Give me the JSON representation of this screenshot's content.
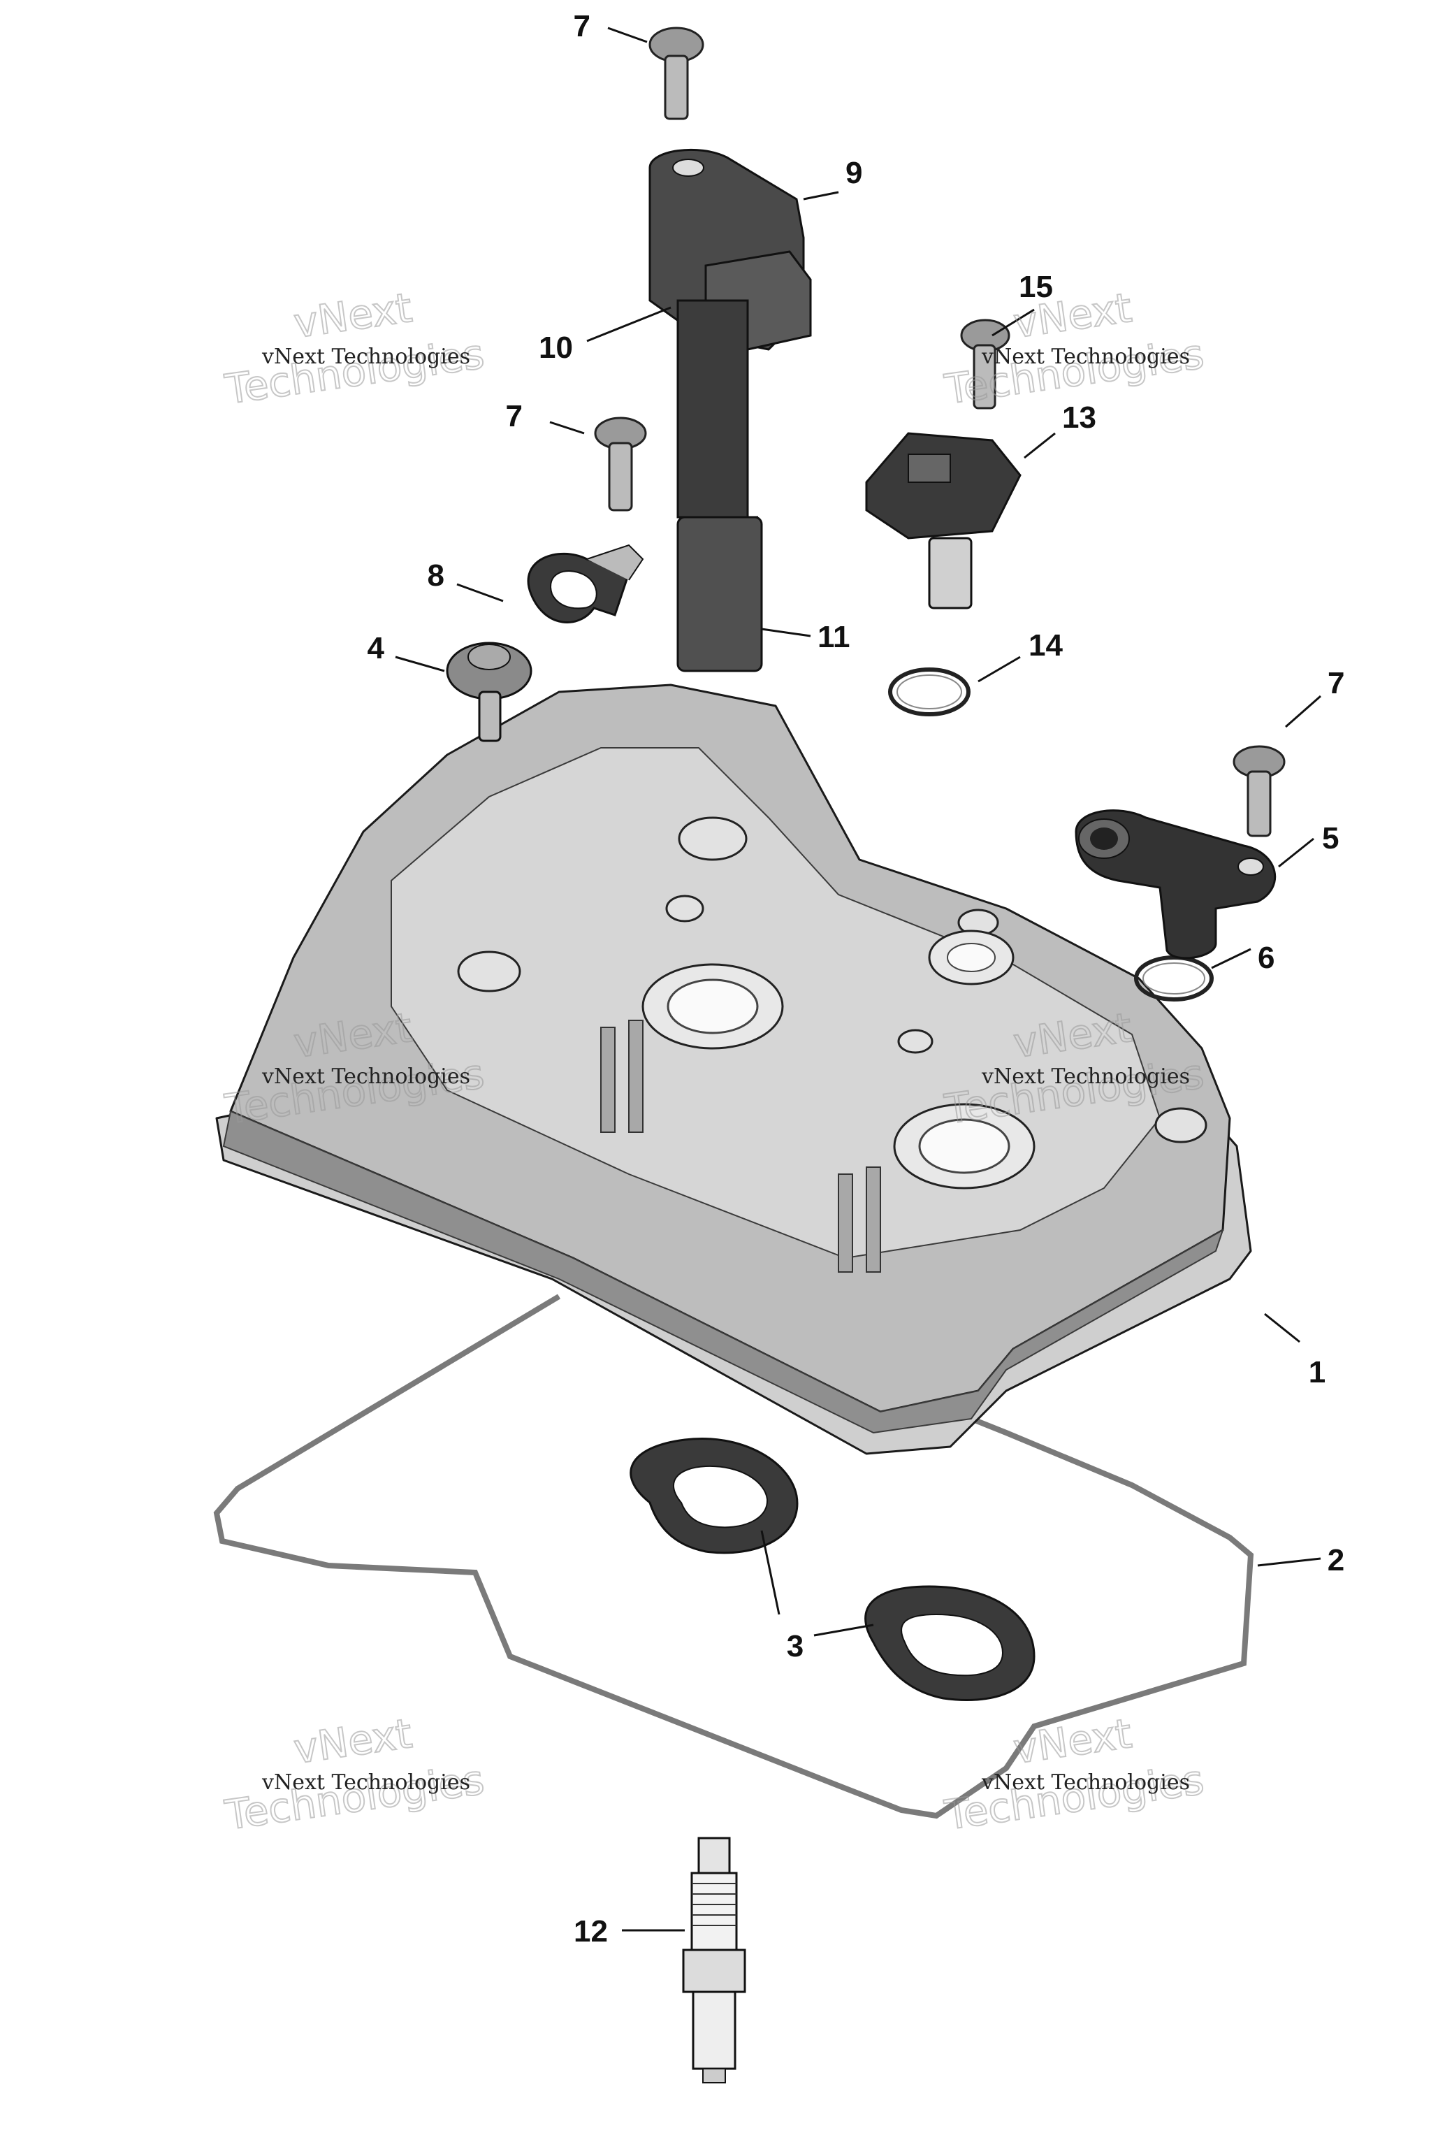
{
  "callouts": [
    {
      "id": "c7a",
      "label": "7"
    },
    {
      "id": "c9",
      "label": "9"
    },
    {
      "id": "c10",
      "label": "10"
    },
    {
      "id": "c15",
      "label": "15"
    },
    {
      "id": "c7b",
      "label": "7"
    },
    {
      "id": "c13",
      "label": "13"
    },
    {
      "id": "c8",
      "label": "8"
    },
    {
      "id": "c4",
      "label": "4"
    },
    {
      "id": "c11",
      "label": "11"
    },
    {
      "id": "c14",
      "label": "14"
    },
    {
      "id": "c7c",
      "label": "7"
    },
    {
      "id": "c5",
      "label": "5"
    },
    {
      "id": "c6",
      "label": "6"
    },
    {
      "id": "c1",
      "label": "1"
    },
    {
      "id": "c2",
      "label": "2"
    },
    {
      "id": "c3",
      "label": "3"
    },
    {
      "id": "c12",
      "label": "12"
    }
  ],
  "watermark": {
    "line1": "vNext",
    "line2": "Technologies",
    "small": "vNext Technologies"
  }
}
